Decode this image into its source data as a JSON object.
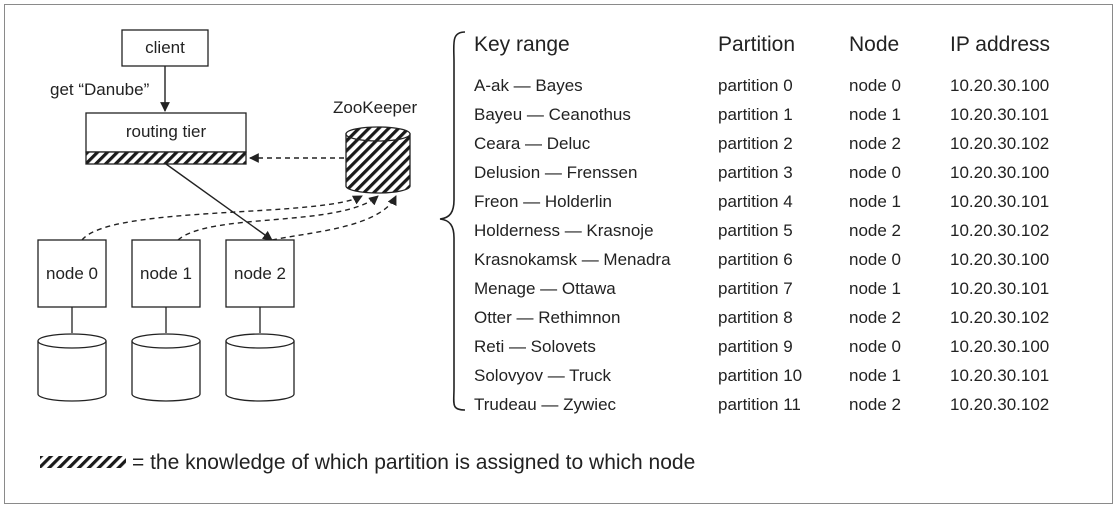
{
  "diagram": {
    "client_label": "client",
    "request_label": "get “Danube”",
    "routing_tier_label": "routing tier",
    "zookeeper_label": "ZooKeeper",
    "nodes": [
      "node 0",
      "node 1",
      "node 2"
    ]
  },
  "table": {
    "headers": [
      "Key range",
      "Partition",
      "Node",
      "IP address"
    ],
    "rows": [
      {
        "key_range": "A-ak — Bayes",
        "partition": "partition 0",
        "node": "node 0",
        "ip": "10.20.30.100"
      },
      {
        "key_range": "Bayeu — Ceanothus",
        "partition": "partition 1",
        "node": "node 1",
        "ip": "10.20.30.101"
      },
      {
        "key_range": "Ceara — Deluc",
        "partition": "partition 2",
        "node": "node 2",
        "ip": "10.20.30.102"
      },
      {
        "key_range": "Delusion — Frenssen",
        "partition": "partition 3",
        "node": "node 0",
        "ip": "10.20.30.100"
      },
      {
        "key_range": "Freon — Holderlin",
        "partition": "partition 4",
        "node": "node 1",
        "ip": "10.20.30.101"
      },
      {
        "key_range": "Holderness — Krasnoje",
        "partition": "partition 5",
        "node": "node 2",
        "ip": "10.20.30.102"
      },
      {
        "key_range": "Krasnokamsk — Menadra",
        "partition": "partition 6",
        "node": "node 0",
        "ip": "10.20.30.100"
      },
      {
        "key_range": "Menage — Ottawa",
        "partition": "partition 7",
        "node": "node 1",
        "ip": "10.20.30.101"
      },
      {
        "key_range": "Otter — Rethimnon",
        "partition": "partition 8",
        "node": "node 2",
        "ip": "10.20.30.102"
      },
      {
        "key_range": "Reti — Solovets",
        "partition": "partition 9",
        "node": "node 0",
        "ip": "10.20.30.100"
      },
      {
        "key_range": "Solovyov — Truck",
        "partition": "partition 10",
        "node": "node 1",
        "ip": "10.20.30.101"
      },
      {
        "key_range": "Trudeau — Zywiec",
        "partition": "partition 11",
        "node": "node 2",
        "ip": "10.20.30.102"
      }
    ]
  },
  "legend": {
    "text": "= the knowledge of which partition is assigned to which node"
  }
}
